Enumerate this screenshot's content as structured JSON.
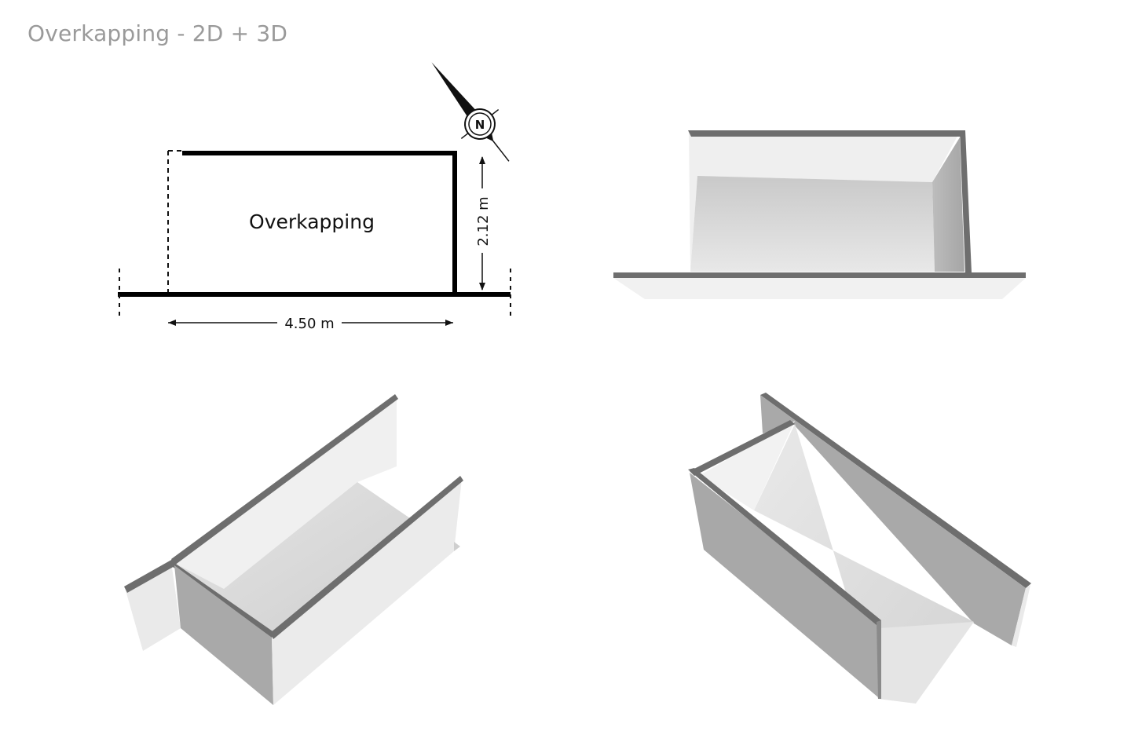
{
  "page": {
    "title": "Overkapping - 2D + 3D"
  },
  "floorplan": {
    "room_label": "Overkapping",
    "width_dimension": "4.50 m",
    "height_dimension": "2.12 m",
    "compass_letter": "N"
  },
  "views": [
    {
      "name": "floorplan-2d"
    },
    {
      "name": "render-3d-front"
    },
    {
      "name": "render-3d-left"
    },
    {
      "name": "render-3d-right"
    }
  ],
  "colors": {
    "wall_top": "#6e6e6e",
    "wall_face_light": "#eeeeee",
    "wall_face_mid": "#cfcfcf",
    "wall_face_dark": "#a9a9a9",
    "floor": "#dedede",
    "title_gray": "#9a9a9a"
  }
}
